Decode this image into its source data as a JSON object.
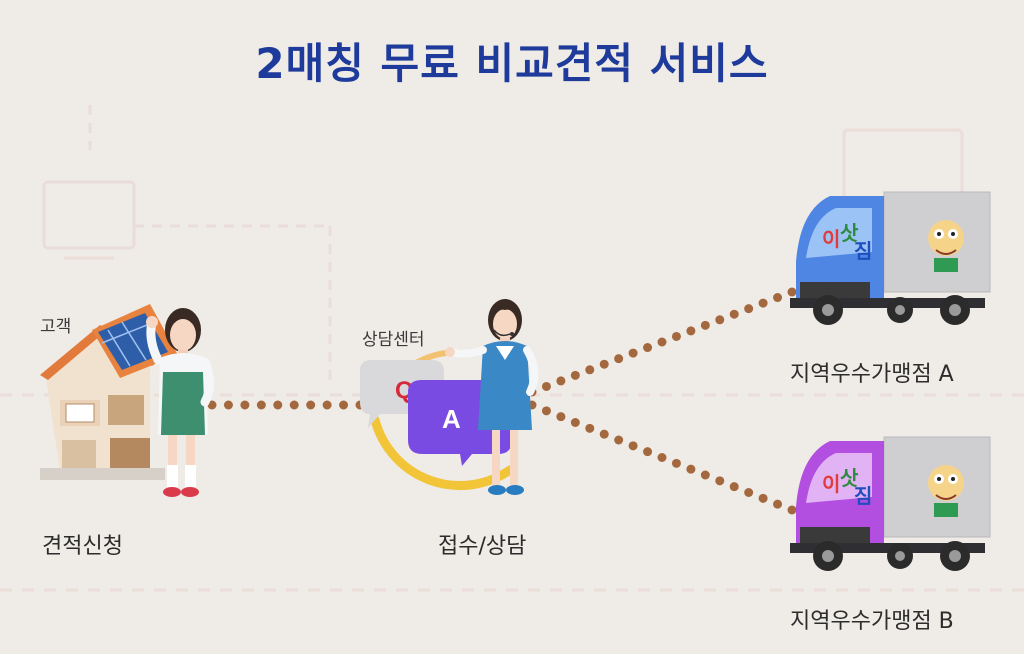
{
  "title": "2매칭 무료 비교견적 서비스",
  "customer": {
    "tag": "고객",
    "caption": "견적신청"
  },
  "center": {
    "tag": "상담센터",
    "caption": "접수/상담",
    "bubble_q": "Q",
    "bubble_a": "A"
  },
  "stores": [
    {
      "caption": "지역우수가맹점 A",
      "truck_color": "#4f86e4"
    },
    {
      "caption": "지역우수가맹점 B",
      "truck_color": "#b24ee0"
    }
  ],
  "colors": {
    "title": "#1e3a9a",
    "dotted_line": "#a4683e",
    "background": "#efebe7"
  }
}
